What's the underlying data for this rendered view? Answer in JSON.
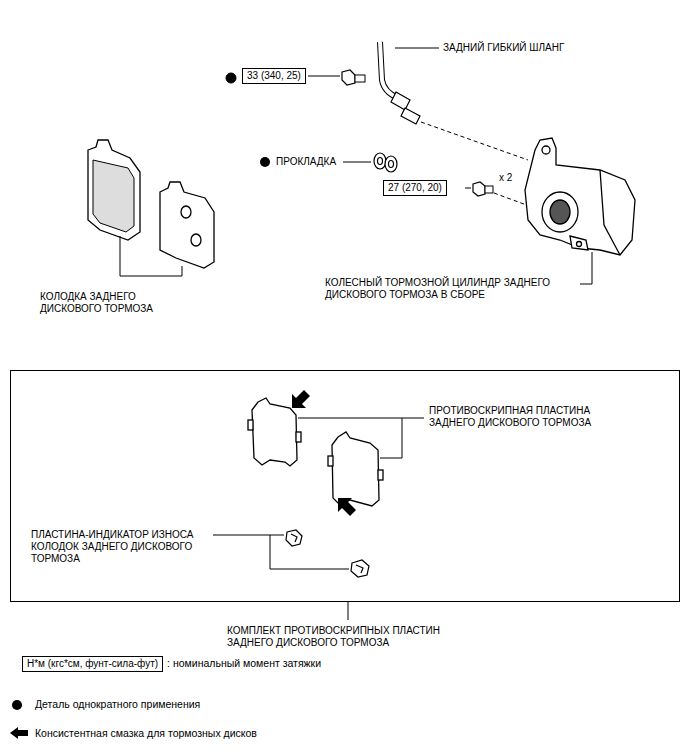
{
  "diagram": {
    "nodes": [
      {
        "text": [
          "33 (340, 25)"
        ]
      },
      {
        "text": [
          "27 (270, 20)"
        ]
      },
      {
        "text": [
          "ПРОТИВОСКРИПНАЯ ПЛАСТИНА ЗАДНЕГО ДИСКОВОГО ТОРМОЗА",
          "ПЛАСТИНА-ИНДИКАТОР ИЗНОСА КОЛОДОК ЗАДНЕГО ДИСКОВОГО ТОРМОЗА",
          "КОМПЛЕКТ ПРОТИВОСКРИПНЫХ ПЛАСТИН ЗАДНЕГО ДИСКОВОГО ТОРМОЗА"
        ]
      },
      {
        "text": [
          "Н*м (кгс*см, фунт-сила-фут)"
        ]
      }
    ],
    "labels": [
      "ЗАДНИЙ ГИБКИЙ ШЛАНГ",
      "ПРОКЛАДКА",
      "x 2",
      "КОЛЕСНЫЙ ТОРМОЗНОЙ ЦИЛИНДР ЗАДНЕГО ДИСКОВОГО ТОРМОЗА В СБОРЕ",
      "КОЛОДКА ЗАДНЕГО ДИСКОВОГО ТОРМОЗА"
    ],
    "legend": [
      {
        "text": ": номинальный момент затяжки"
      },
      {
        "text": "Деталь однократного применения"
      },
      {
        "text": "Консистентная смазка для тормозных дисков"
      }
    ]
  }
}
